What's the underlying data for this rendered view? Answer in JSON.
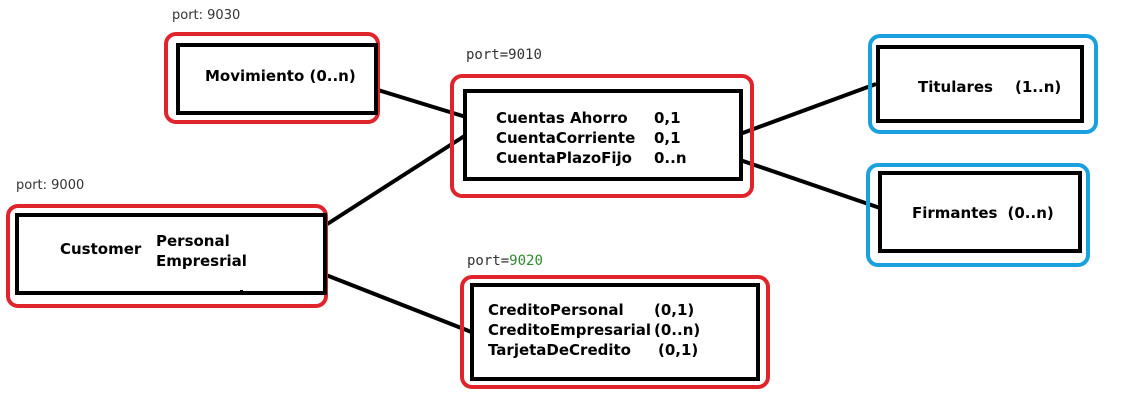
{
  "nodes": {
    "movimiento": {
      "port": "port: 9030",
      "label": "Movimiento (0..n)"
    },
    "cuentas": {
      "port_prefix": "port=",
      "port_number": "9010",
      "items": [
        {
          "name": "Cuentas Ahorro",
          "card": "0,1"
        },
        {
          "name": "CuentaCorriente",
          "card": "0,1"
        },
        {
          "name": "CuentaPlazoFijo",
          "card": "0..n"
        }
      ]
    },
    "customer": {
      "port": "port: 9000",
      "label": "Customer",
      "types": [
        "Personal",
        "Empresrial"
      ]
    },
    "creditos": {
      "port_prefix": "port=",
      "port_number": "9020",
      "items": [
        {
          "name": "CreditoPersonal",
          "card": "(0,1)"
        },
        {
          "name": "CreditoEmpresarial",
          "card": "(0..n)"
        },
        {
          "name": "TarjetaDeCredito",
          "card": "(0,1)"
        }
      ]
    },
    "titulares": {
      "label": "Titulares",
      "card": "(1..n)"
    },
    "firmantes": {
      "label": "Firmantes",
      "card": "(0..n)"
    }
  },
  "colors": {
    "service_ring": "#e0242c",
    "party_ring": "#1aa0dc",
    "box_border": "#000000",
    "port_green": "#2e8b2e"
  }
}
